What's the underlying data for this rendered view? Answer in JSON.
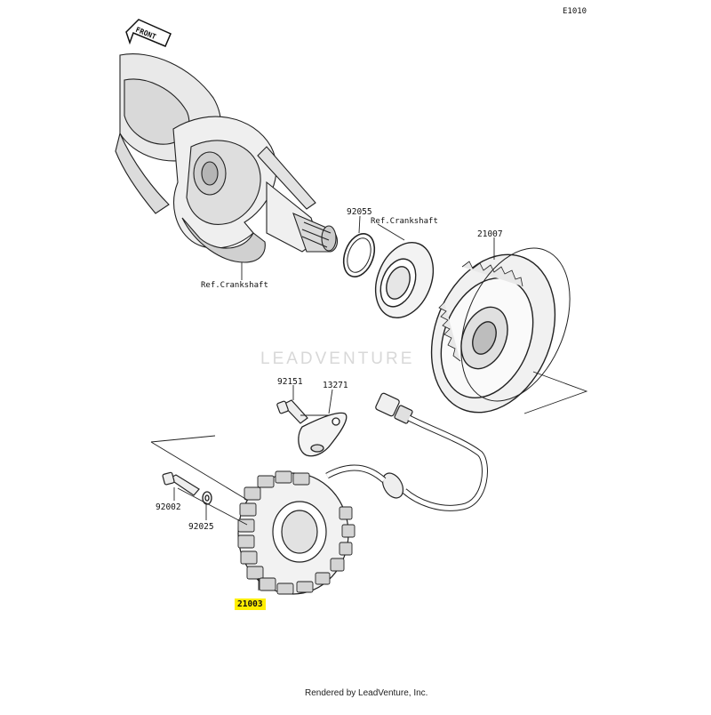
{
  "diagram": {
    "id_label": "E1010",
    "front_label": "FRONT",
    "watermark": "LEADVENTURE",
    "footer": "Rendered by LeadVenture, Inc.",
    "highlight_color": "#ffee00",
    "ref_labels": {
      "crankshaft_top": "Ref.Crankshaft",
      "crankshaft_bottom": "Ref.Crankshaft"
    },
    "parts": [
      {
        "code": "92055",
        "highlighted": false
      },
      {
        "code": "21007",
        "highlighted": false
      },
      {
        "code": "92151",
        "highlighted": false
      },
      {
        "code": "13271",
        "highlighted": false
      },
      {
        "code": "92002",
        "highlighted": false
      },
      {
        "code": "92025",
        "highlighted": false
      },
      {
        "code": "21003",
        "highlighted": true
      }
    ]
  }
}
